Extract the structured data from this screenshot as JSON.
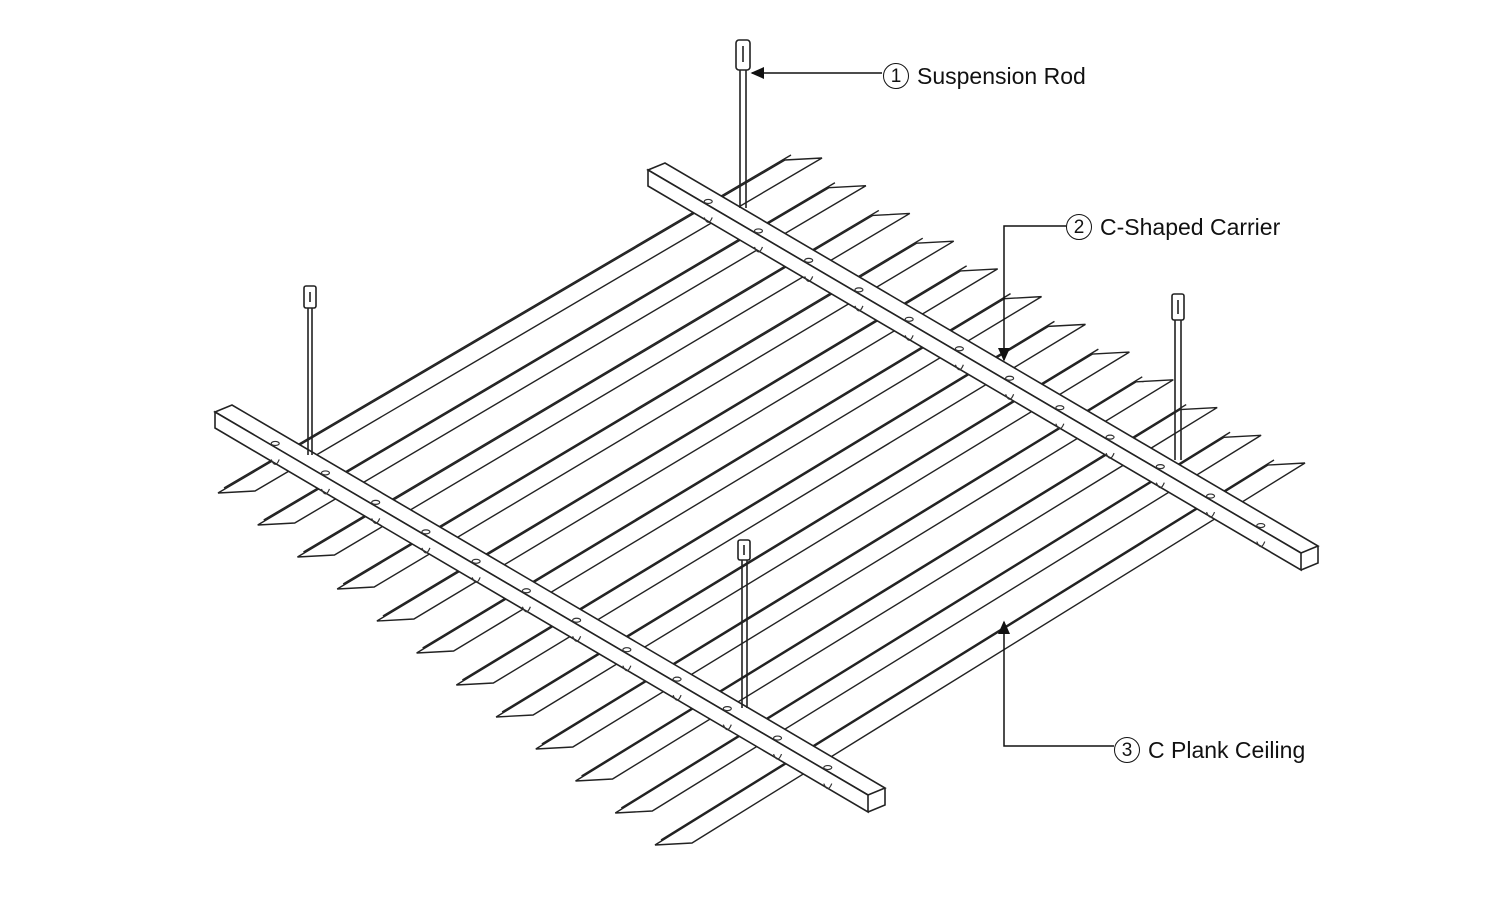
{
  "labels": [
    {
      "number": "1",
      "text": "Suspension Rod"
    },
    {
      "number": "2",
      "text": "C-Shaped Carrier"
    },
    {
      "number": "3",
      "text": "C Plank Ceiling"
    }
  ],
  "colors": {
    "line": "#111111",
    "background": "#ffffff"
  }
}
